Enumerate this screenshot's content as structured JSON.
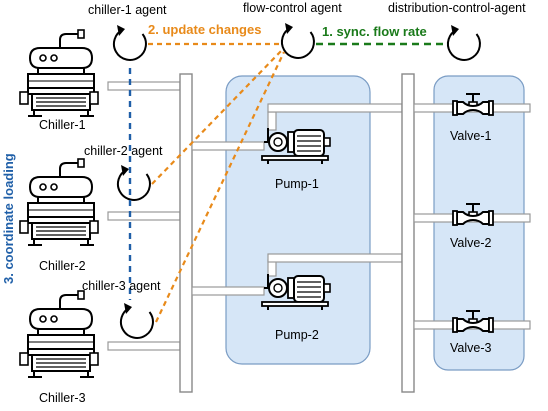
{
  "agents": {
    "chiller1": "chiller-1 agent",
    "chiller2": "chiller-2 agent",
    "chiller3": "chiller-3 agent",
    "flow": "flow-control agent",
    "distribution": "distribution-control-agent"
  },
  "steps": {
    "sync": "1. sync. flow rate",
    "update": "2. update changes",
    "coordinate": "3. coordinate loading"
  },
  "equipment": {
    "chillers": [
      "Chiller-1",
      "Chiller-2",
      "Chiller-3"
    ],
    "pumps": [
      "Pump-1",
      "Pump-2"
    ],
    "valves": [
      "Valve-1",
      "Valve-2",
      "Valve-3"
    ]
  },
  "colors": {
    "sync": "#1a7a1a",
    "update": "#e88a1a",
    "coordinate": "#1f5fa8",
    "zone_fill": "#d6e6f7",
    "zone_stroke": "#7a9cc4"
  }
}
